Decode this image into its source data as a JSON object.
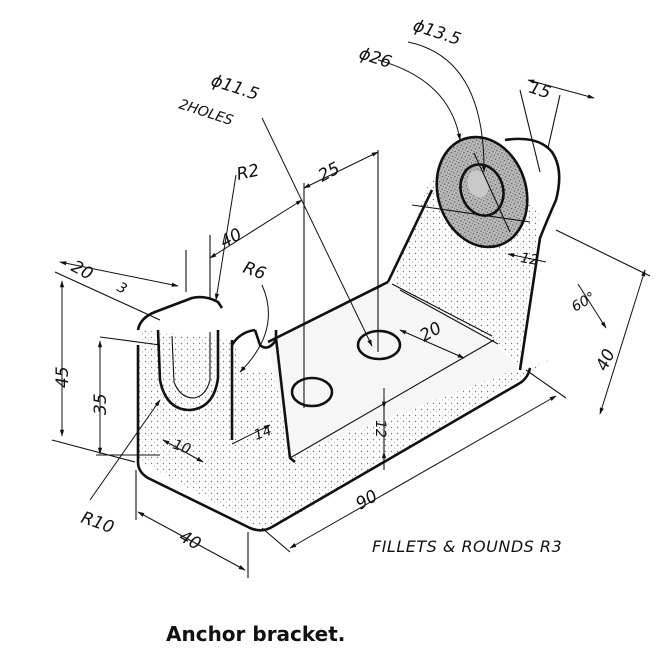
{
  "caption": "Anchor bracket.",
  "notes": {
    "fillets": "FILLETS & ROUNDS R3",
    "holes_count": "2HOLES"
  },
  "dimensions": {
    "boss_hole_dia": "ϕ13.5",
    "boss_outer_dia": "ϕ26",
    "boss_width": "15",
    "holes_dia": "ϕ11.5",
    "radius_top": "R2",
    "hole_spacing": "25",
    "slot_to_hole": "40",
    "slot_depth": "20",
    "slot_offset": "3",
    "radius_notch": "R6",
    "total_height": "45",
    "slot_height": "35",
    "slot_width": "10",
    "notch_width": "14",
    "bottom_radius": "R10",
    "base_width": "40",
    "base_length": "90",
    "base_thickness": "12",
    "hole_to_end": "20",
    "boss_thickness": "12",
    "incline_angle": "60°",
    "upright_height": "40"
  },
  "colors": {
    "ink": "#111111",
    "paper": "#ffffff",
    "shade_light": "#d8d8d8",
    "shade_dark": "#9a9a9a"
  }
}
